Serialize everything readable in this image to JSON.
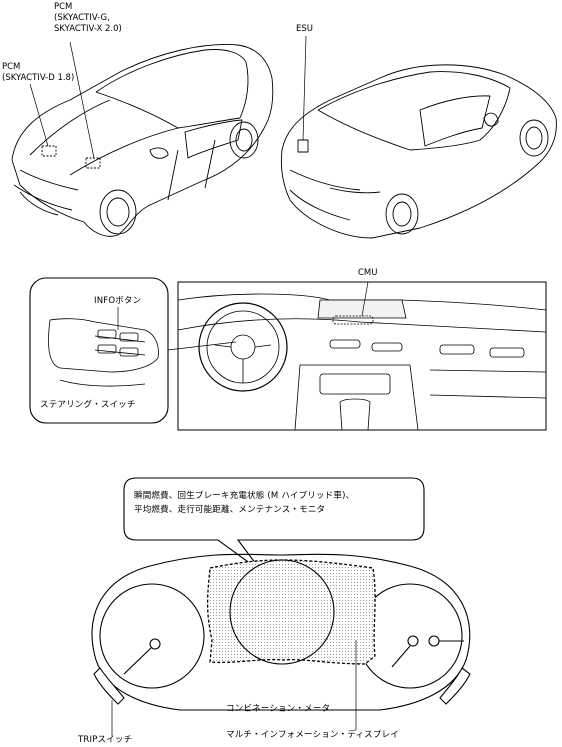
{
  "top_view": {
    "pcm_g_line1": "PCM",
    "pcm_g_line2": "(SKYACTIV-G,",
    "pcm_g_line3": "SKYACTIV-X 2.0)",
    "pcm_d_line1": "PCM",
    "pcm_d_line2": "(SKYACTIV-D 1.8)",
    "esu": "ESU"
  },
  "middle_view": {
    "cmu": "CMU",
    "info_button": "INFOボタン",
    "steering_switch": "ステアリング・スイッチ"
  },
  "bottom_view": {
    "callout_line1": "瞬間燃費、回生ブレーキ充電状態 (M ハイブリッド車)、",
    "callout_line2": "平均燃費、走行可能距離、メンテナンス・モニタ",
    "combination_meter": "コンビネーション・メータ",
    "trip_switch": "TRIPスイッチ",
    "multi_info_display": "マルチ・インフォメーション・ディスプレイ"
  }
}
